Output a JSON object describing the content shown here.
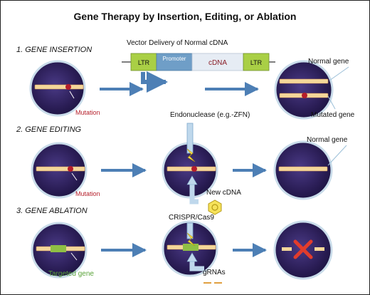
{
  "title": "Gene Therapy by Insertion, Editing, or Ablation",
  "sections": {
    "insertion": {
      "heading": "1. GENE INSERTION",
      "vector_caption": "Vector Delivery of Normal cDNA",
      "vector_parts": [
        "LTR",
        "Promoter",
        "cDNA",
        "LTR"
      ],
      "mutation_label": "Mutation",
      "normal_gene_label": "Normal gene",
      "mutated_gene_label": "Mutated gene"
    },
    "editing": {
      "heading": "2. GENE EDITING",
      "endonuclease_label": "Endonuclease (e.g.-ZFN)",
      "mutation_label": "Mutation",
      "new_cdna_label": "New cDNA",
      "normal_gene_label": "Normal gene"
    },
    "ablation": {
      "heading": "3. GENE ABLATION",
      "crispr_label": "CRISPR/Cas9",
      "targeted_gene_label": "Targeted gene",
      "grnas_label": "gRNAs"
    }
  },
  "colors": {
    "cell_fill": "#2c1f57",
    "cell_rim": "#c9dcea",
    "gene_bar": "#f4d79a",
    "mutation": "#b51e2a",
    "arrow": "#4d7fb5",
    "ltr_box": "#a9cf45",
    "promoter_box": "#6f9ec7",
    "cdna_box": "#e6ecf4",
    "targeted": "#8fbf45",
    "x_mark": "#e23c2c"
  }
}
